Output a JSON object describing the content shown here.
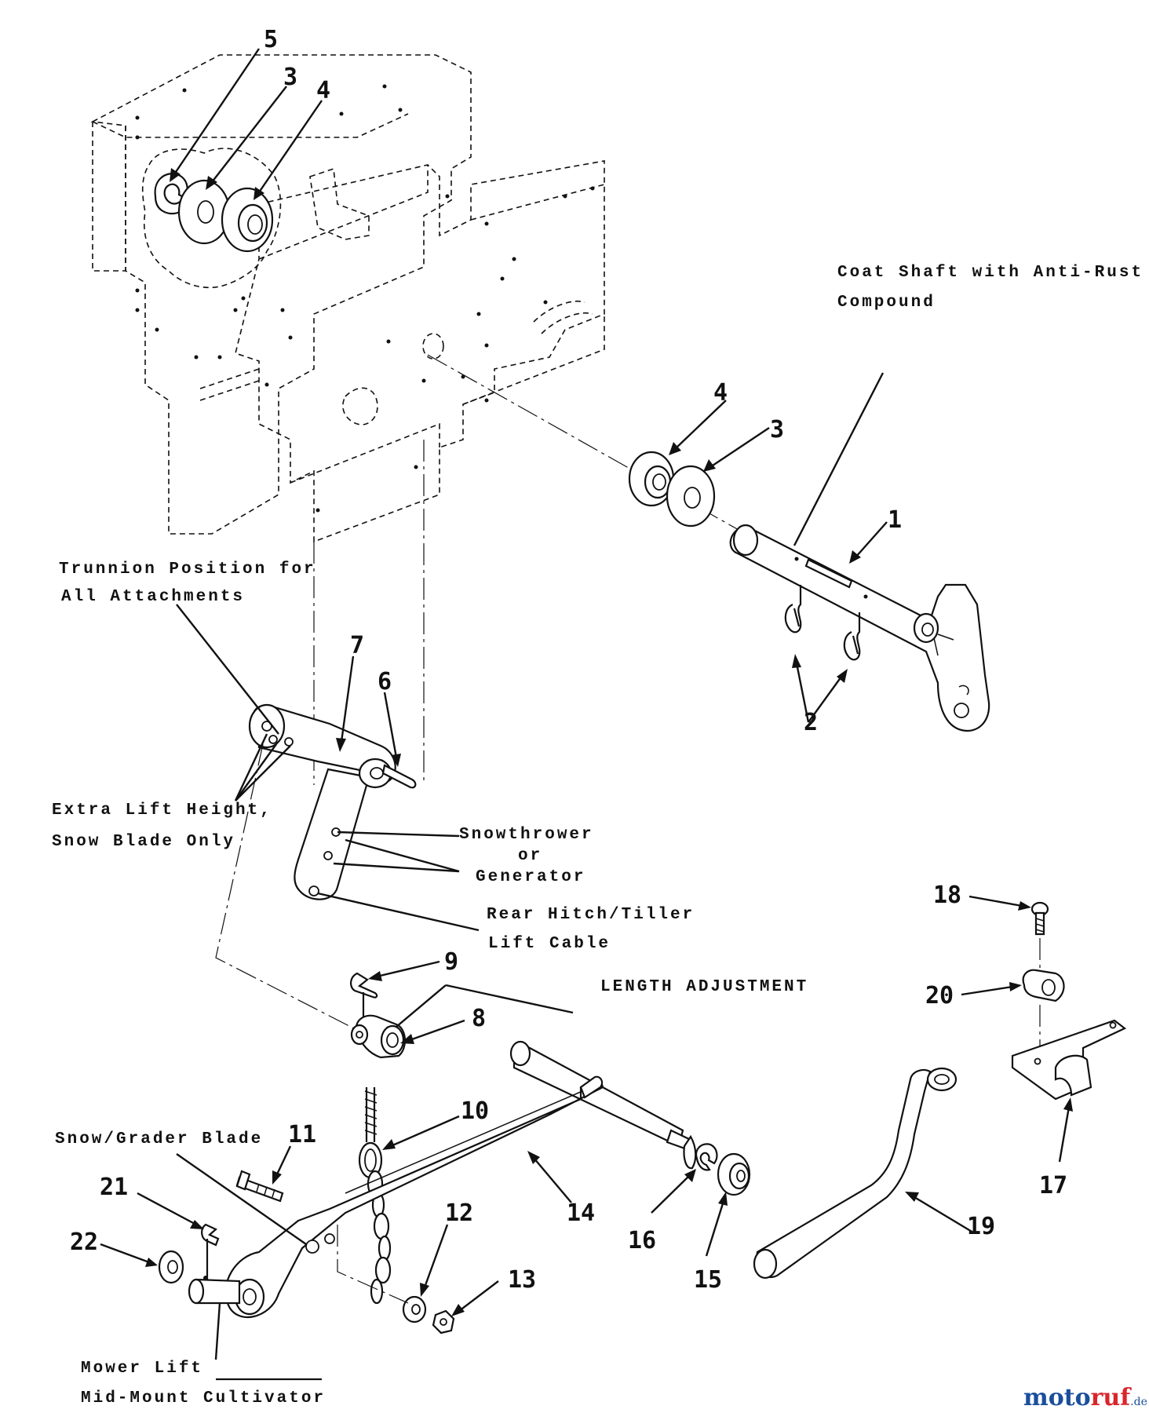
{
  "callouts": [
    {
      "id": "c5a",
      "label": "5"
    },
    {
      "id": "c3a",
      "label": "3"
    },
    {
      "id": "c4a",
      "label": "4"
    },
    {
      "id": "c4b",
      "label": "4"
    },
    {
      "id": "c3b",
      "label": "3"
    },
    {
      "id": "c1",
      "label": "1"
    },
    {
      "id": "c2",
      "label": "2"
    },
    {
      "id": "c7",
      "label": "7"
    },
    {
      "id": "c6",
      "label": "6"
    },
    {
      "id": "c9",
      "label": "9"
    },
    {
      "id": "c8",
      "label": "8"
    },
    {
      "id": "c10",
      "label": "10"
    },
    {
      "id": "c11",
      "label": "11"
    },
    {
      "id": "c14",
      "label": "14"
    },
    {
      "id": "c21",
      "label": "21"
    },
    {
      "id": "c22",
      "label": "22"
    },
    {
      "id": "c12",
      "label": "12"
    },
    {
      "id": "c13",
      "label": "13"
    },
    {
      "id": "c16",
      "label": "16"
    },
    {
      "id": "c15",
      "label": "15"
    },
    {
      "id": "c19",
      "label": "19"
    },
    {
      "id": "c18",
      "label": "18"
    },
    {
      "id": "c20",
      "label": "20"
    },
    {
      "id": "c17",
      "label": "17"
    }
  ],
  "notes": {
    "coat_shaft_1": "Coat Shaft with Anti-Rust",
    "coat_shaft_2": "Compound",
    "trunnion_1": "Trunnion Position for",
    "trunnion_2": "All Attachments",
    "extra_lift_1": "Extra Lift Height,",
    "extra_lift_2": "Snow Blade Only",
    "snowthrower_1": "Snowthrower",
    "snowthrower_2": "or",
    "snowthrower_3": "Generator",
    "rear_hitch_1": "Rear Hitch/Tiller",
    "rear_hitch_2": "Lift Cable",
    "length_adjustment": "LENGTH ADJUSTMENT",
    "snow_grader": "Snow/Grader Blade",
    "mower_lift": "Mower Lift",
    "mid_mount": "Mid-Mount Cultivator"
  },
  "watermark": {
    "part_a": "moto",
    "part_b": "ruf",
    "part_c": ".de"
  }
}
